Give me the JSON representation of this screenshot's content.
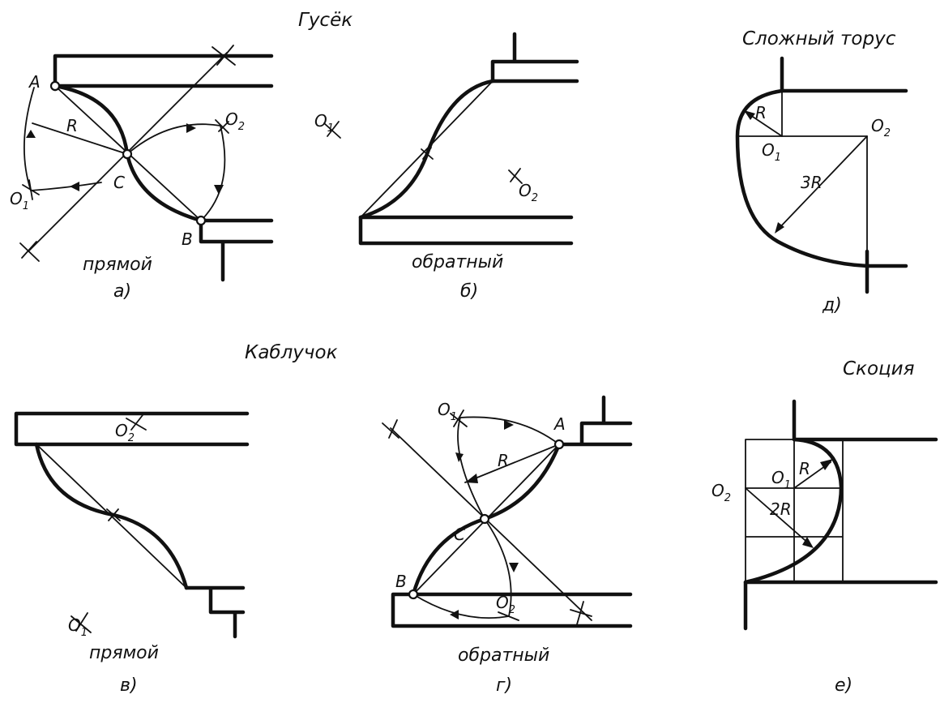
{
  "titles": {
    "gusek": "Гусёк",
    "kabluchok": "Каблучок",
    "torus": "Сложный торус",
    "skotsiya": "Скоция"
  },
  "captions": {
    "a": "а)",
    "b": "б)",
    "v": "в)",
    "g": "г)",
    "d": "д)",
    "e": "е)"
  },
  "notes": {
    "a": "прямой",
    "b": "обратный",
    "v": "прямой",
    "g": "обратный"
  },
  "points": {
    "A": "A",
    "B": "B",
    "C": "C",
    "R": "R",
    "O": "O",
    "sub1": "1",
    "sub2": "2",
    "R3": "3R",
    "R2": "2R"
  }
}
